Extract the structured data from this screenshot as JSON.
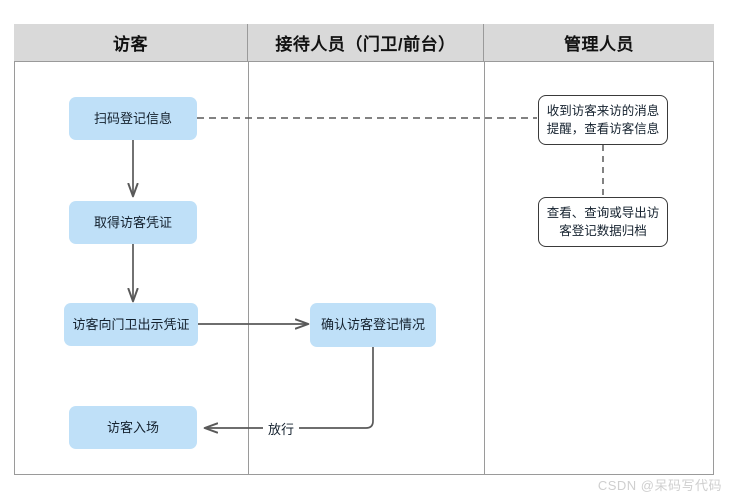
{
  "diagram": {
    "title_watermark": "CSDN @呆码写代码",
    "lanes": [
      {
        "id": "visitor",
        "label": "访客"
      },
      {
        "id": "reception",
        "label": "接待人员（门卫/前台）"
      },
      {
        "id": "manager",
        "label": "管理人员"
      }
    ],
    "nodes": [
      {
        "id": "n1",
        "lane": "visitor",
        "style": "blue",
        "label": "扫码登记信息"
      },
      {
        "id": "n2",
        "lane": "visitor",
        "style": "blue",
        "label": "取得访客凭证"
      },
      {
        "id": "n3",
        "lane": "visitor",
        "style": "blue",
        "label": "访客向门卫出示凭证"
      },
      {
        "id": "n4",
        "lane": "visitor",
        "style": "blue",
        "label": "访客入场"
      },
      {
        "id": "n5",
        "lane": "reception",
        "style": "blue",
        "label": "确认访客登记情况"
      },
      {
        "id": "n6",
        "lane": "manager",
        "style": "outline",
        "label_line1": "收到访客来访的消息",
        "label_line2": "提醒，查看访客信息"
      },
      {
        "id": "n7",
        "lane": "manager",
        "style": "outline",
        "label_line1": "查看、查询或导出访",
        "label_line2": "客登记数据归档"
      }
    ],
    "edges": [
      {
        "from": "n1",
        "to": "n6",
        "type": "dashed",
        "arrow": false,
        "label": ""
      },
      {
        "from": "n1",
        "to": "n2",
        "type": "solid",
        "arrow": true,
        "label": ""
      },
      {
        "from": "n2",
        "to": "n3",
        "type": "solid",
        "arrow": true,
        "label": ""
      },
      {
        "from": "n3",
        "to": "n5",
        "type": "solid",
        "arrow": true,
        "label": ""
      },
      {
        "from": "n6",
        "to": "n7",
        "type": "dashed",
        "arrow": false,
        "label": ""
      },
      {
        "from": "n5",
        "to": "n4",
        "type": "solid",
        "arrow": true,
        "label": "放行"
      }
    ],
    "colors": {
      "node_fill": "#bfe0f8",
      "header_fill": "#d9d9d9",
      "line": "#595959",
      "frame": "#9a9a9a",
      "watermark": "#cfcfcf"
    }
  }
}
